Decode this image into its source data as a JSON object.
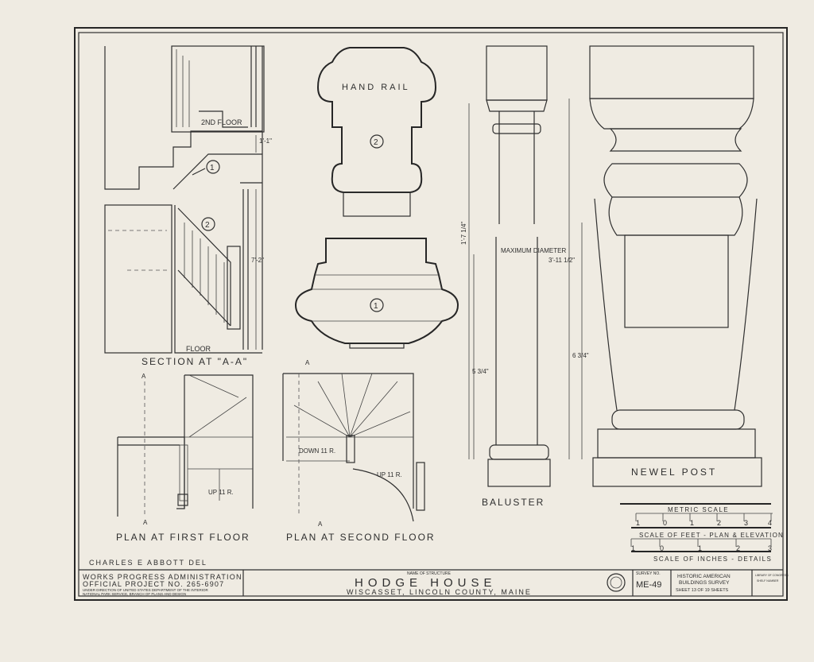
{
  "drawing": {
    "labels": {
      "hand_rail": "HAND RAIL",
      "section": "SECTION AT \"A-A\"",
      "second_floor_tag": "2ND FLOOR",
      "floor_tag": "FLOOR",
      "plan_first": "PLAN AT FIRST FLOOR",
      "plan_second": "PLAN AT SECOND FLOOR",
      "baluster": "BALUSTER",
      "newel_post": "NEWEL POST",
      "maximum_diameter": "MAXIMUM DIAMETER",
      "up_first": "UP 11 R.",
      "down_second": "DOWN 11 R.",
      "up_second": "UP 11 R.",
      "marker_a": "A",
      "callout_1": "1",
      "callout_2": "2"
    },
    "dimensions": {
      "section_upper": "1'-1\"",
      "section_lower": "7'-2\"",
      "baluster_total": "1'-7 1/4\"",
      "baluster_lower": "5 3/4\"",
      "newel_total": "3'-11 1/2\"",
      "newel_lower": "6 3/4\""
    },
    "scales": {
      "metric_title": "METRIC SCALE",
      "metric_ticks": [
        "1",
        "0",
        "1",
        "2",
        "3",
        "4"
      ],
      "feet_title": "SCALE OF FEET - PLAN & ELEVATION",
      "feet_ticks": [
        "1",
        "0",
        "1",
        "2",
        "3"
      ],
      "inches_title": "SCALE OF INCHES - DETAILS"
    }
  },
  "title_block": {
    "delineator": "CHARLES E ABBOTT DEL",
    "agency_line1": "WORKS PROGRESS ADMINISTRATION",
    "agency_line2": "OFFICIAL PROJECT NO. 265-6907",
    "agency_line3": "UNDER DIRECTION OF UNITED STATES DEPARTMENT OF THE INTERIOR",
    "agency_line4": "NATIONAL PARK SERVICE, BRANCH OF PLANS AND DESIGN",
    "structure_caption": "NAME OF STRUCTURE",
    "structure_name": "HODGE HOUSE",
    "location": "WISCASSET, LINCOLN COUNTY, MAINE",
    "survey_caption": "SURVEY NO.",
    "survey_no": "ME-49",
    "habs_line1": "HISTORIC AMERICAN",
    "habs_line2": "BUILDINGS SURVEY",
    "sheet_info": "SHEET 13 OF 19 SHEETS",
    "loc_line1": "LIBRARY OF CONGRESS",
    "loc_line2": "SHELF NUMBER"
  }
}
